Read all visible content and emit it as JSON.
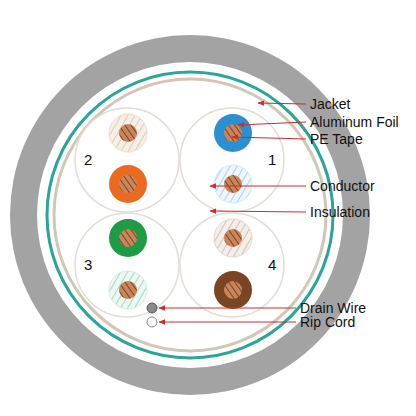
{
  "diagram": {
    "labels": [
      "Jacket",
      "Aluminum Foil",
      "PE Tape",
      "2",
      "1",
      "Conductor",
      "Insulation",
      "3",
      "4",
      "Drain Wire",
      "Rip Cord"
    ]
  }
}
